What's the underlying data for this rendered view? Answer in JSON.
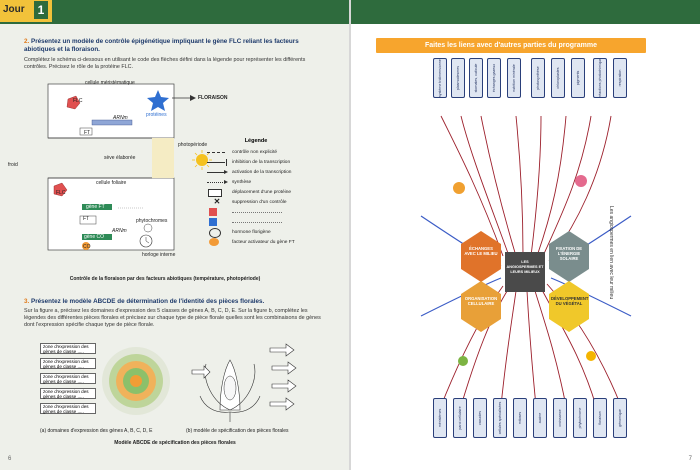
{
  "left_page": {
    "tab_label": "Jour",
    "tab_number": "1",
    "q2": {
      "number": "2.",
      "title": "Présentez un modèle de contrôle épigénétique impliquant le gène FLC reliant les facteurs abiotiques et la floraison.",
      "instructions": "Complétez le schéma ci-dessous en utilisant le code des flèches défini dans la légende pour représenter les différents contrôles. Précisez le rôle de la protéine FLC."
    },
    "figure1": {
      "meristem_cell": "cellule méristématique",
      "flc": "FLC",
      "proteins": "protéines",
      "arnm": "ARNm",
      "floraison": "FLORAISON",
      "ft": "FT",
      "photoperiode": "photopériode",
      "seve": "sève élaborée",
      "froid": "froid",
      "leaf_cell": "cellule foliaire",
      "gene_flc": "gène FLC",
      "gene_ft": "gène FT",
      "gene_co": "gène CO",
      "phytochromes": "phytochromes",
      "horloge": "horloge interne",
      "co": "CO",
      "caption": "Contrôle de la floraison par des facteurs abiotiques (température, photopériode)"
    },
    "legend": {
      "title": "Légende",
      "items": [
        "contrôle non explicité",
        "inhibition de la transcription",
        "activation de la transcription",
        "synthèse",
        "déplacement d'une protéine",
        "suppression d'un contrôle",
        "",
        "",
        "hormone florigène",
        "facteur activateur du gène FT"
      ]
    },
    "q3": {
      "number": "3.",
      "title": "Présentez le modèle ABCDE de détermination de l'identité des pièces florales.",
      "instructions": "Sur la figure a, précisez les domaines d'expression des 5 classes de gènes A, B, C, D, E. Sur la figure b, complétez les légendes des différentes pièces florales et précisez sur chaque type de pièce florale quelles sont les combinaisons de gènes dont l'expression spécifie chaque type de pièce florale."
    },
    "zones": [
      "zone d'expression des gènes de classe .....",
      "zone d'expression des gènes de classe .....",
      "zone d'expression des gènes de classe .....",
      "zone d'expression des gènes de classe .....",
      "zone d'expression des gènes de classe ....."
    ],
    "fig_a": "(a) domaines d'expression des gènes A, B, C, D, E",
    "fig_b": "(b) modèle de spécification des pièces florales",
    "fig_caption": "Modèle ABCDE de spécification des pièces florales",
    "page_number": "6"
  },
  "right_page": {
    "banner": "Faites les liens avec d'autres parties du programme",
    "side_title": "Les angiospermes en lien avec leur milieu",
    "center_label": "LES ANGIOSPERMES ET LEURS MILIEUX",
    "hex_left": "ÉCHANGES AVEC LE MILIEU",
    "hex_right": "FIXATION DE L'ÉNERGIE SOLAIRE",
    "hex_bottom_left": "ORGANISATION CELLULAIRE",
    "hex_bottom_right": "DÉVELOPPEMENT DU VÉGÉTAL",
    "top_cards": [
      "système tridimensionnel",
      "plasmodesmes",
      "stomates, cuticule",
      "échanges gazeux",
      "nutrition minérale",
      "photosynthèse",
      "chloroplastes",
      "pigments",
      "réactions photochimiques",
      "respiration"
    ],
    "bottom_cards": [
      "méristèmes",
      "paroi cellulaire",
      "vacuoles",
      "cellules spécialisées",
      "mitoses",
      "auxine",
      "croissance",
      "phytochrome",
      "floraison",
      "génomique"
    ],
    "page_number": "7"
  }
}
